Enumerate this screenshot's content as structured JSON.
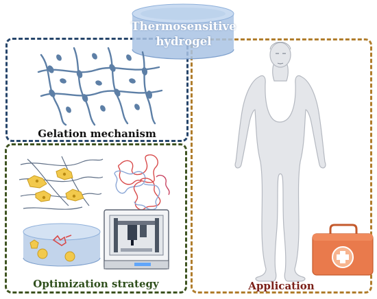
{
  "title": {
    "line1": "Thermosensitive",
    "line2": "hydrogel"
  },
  "panels": {
    "gelation": {
      "label": "Gelation mechanism",
      "color": "#27466b"
    },
    "optimization": {
      "label": "Optimization strategy",
      "color": "#3e5320"
    },
    "application": {
      "label": "Application",
      "color": "#b07d2c"
    }
  },
  "icons": {
    "hydrogel_dish": "hydrogel-dish-icon",
    "polymer_network": "polymer-network-icon",
    "cells_fibers": "cells-in-fibers-icon",
    "tangled_polymers": "tangled-polymer-chains-icon",
    "cell_dish": "cell-culture-dish-icon",
    "bioprinter": "3d-bioprinter-icon",
    "human_body": "human-body-icon",
    "first_aid_kit": "first-aid-kit-icon"
  },
  "colors": {
    "network": "#5d7fa6",
    "dish": "#9db8dc",
    "kit": "#e97a4c",
    "cell": "#f2c94c"
  }
}
